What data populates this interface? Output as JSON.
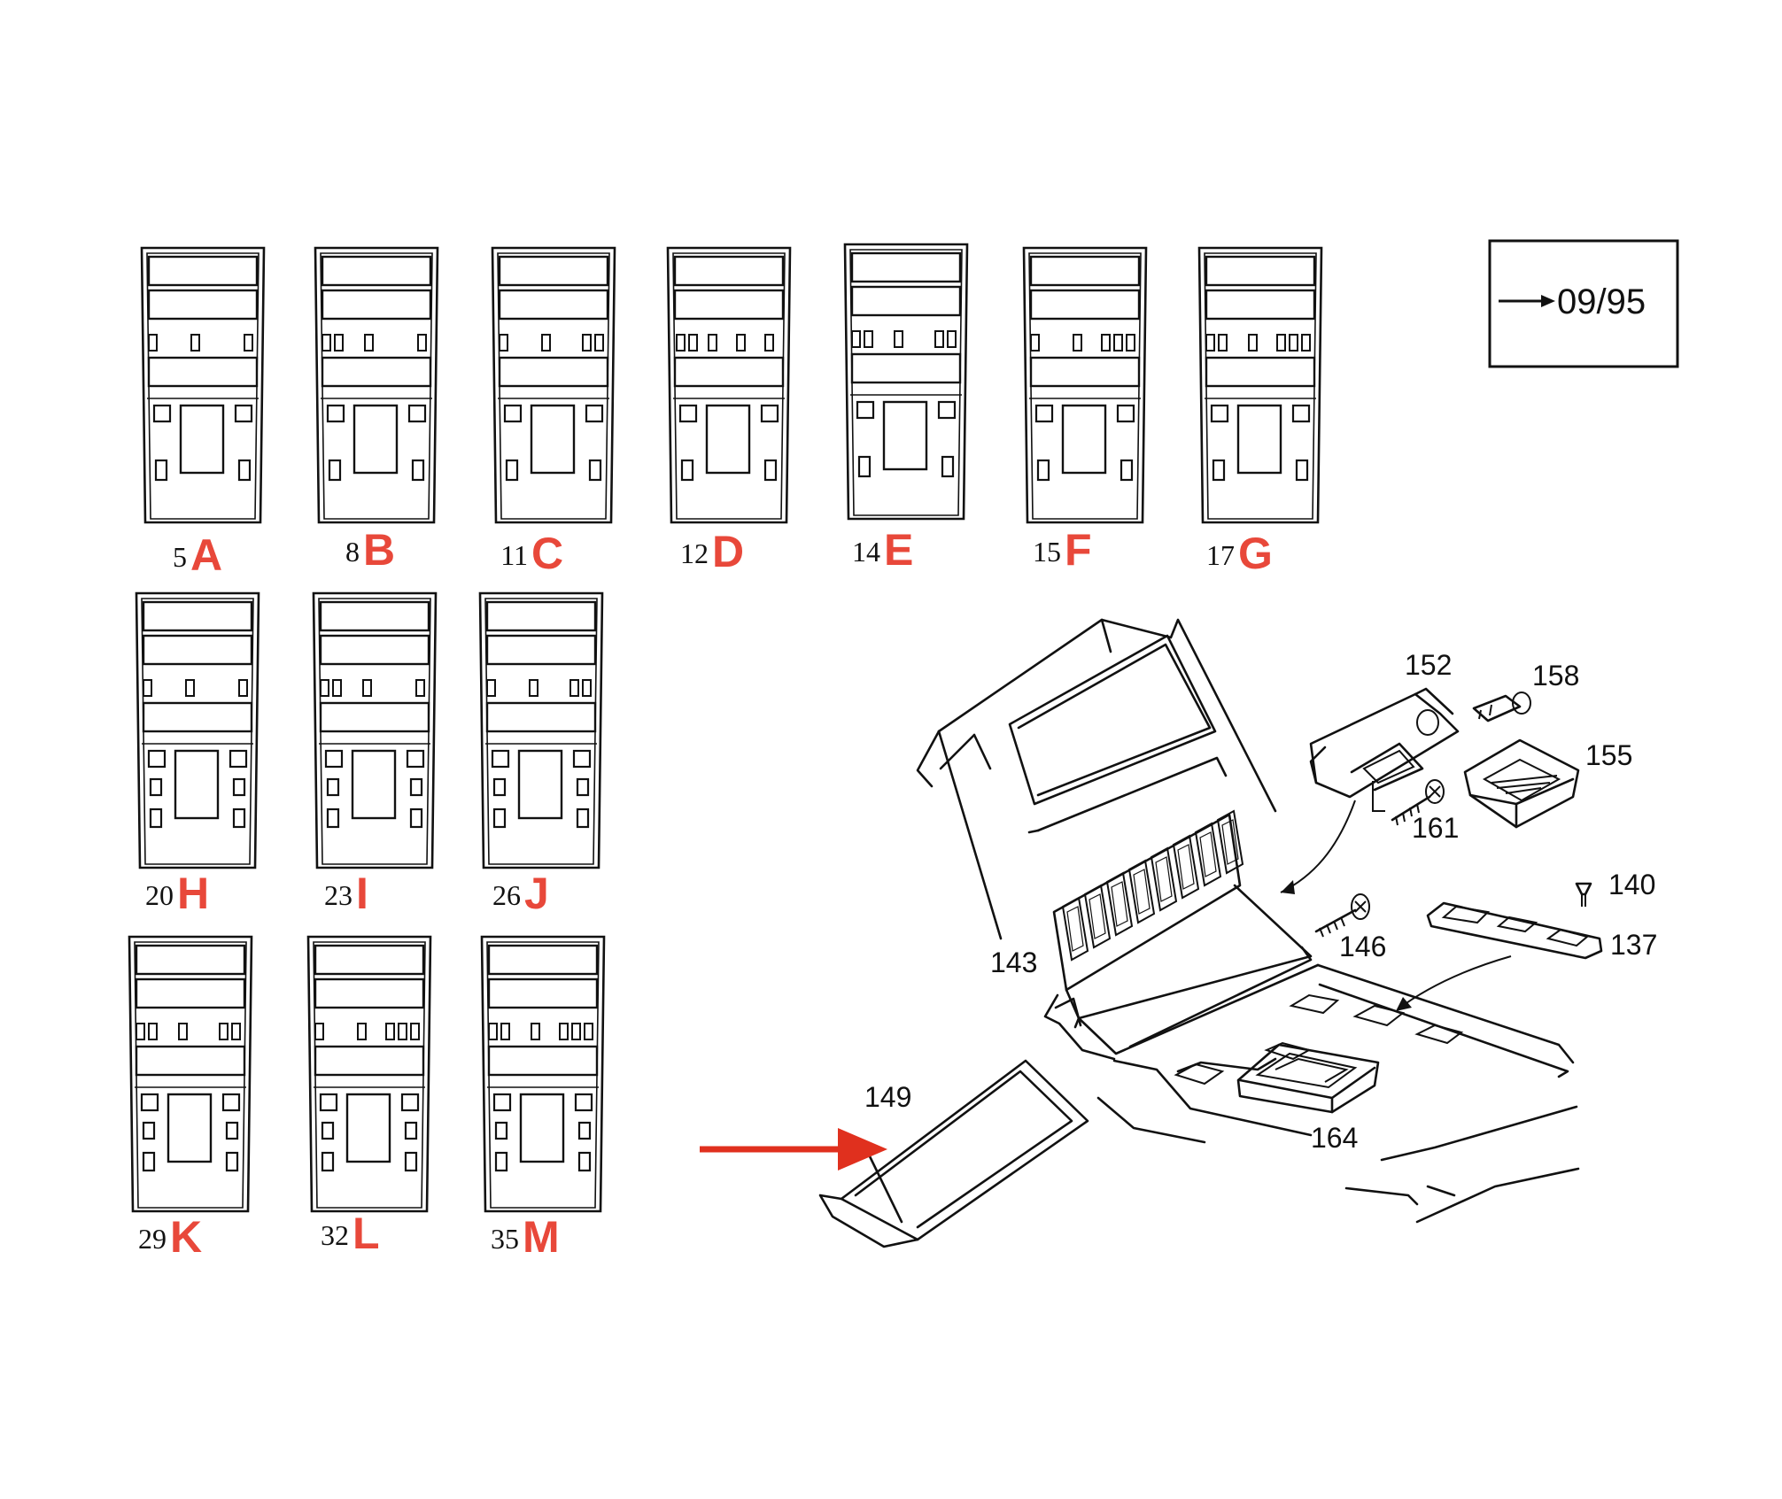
{
  "date_box": {
    "text": "09/95",
    "arrow_icon": "right-arrow-icon"
  },
  "variants": [
    {
      "number": "5",
      "letter": "A",
      "row1": "1,1,1",
      "lower": "standard"
    },
    {
      "number": "8",
      "letter": "B",
      "row1": "2,1,1",
      "lower": "standard"
    },
    {
      "number": "11",
      "letter": "C",
      "row1": "1,1,2",
      "lower": "standard"
    },
    {
      "number": "12",
      "letter": "D",
      "row1": "2,1,1,1",
      "lower": "standard"
    },
    {
      "number": "14",
      "letter": "E",
      "row1": "2,1,2",
      "lower": "standard"
    },
    {
      "number": "15",
      "letter": "F",
      "row1": "1,1,3",
      "lower": "standard"
    },
    {
      "number": "17",
      "letter": "G",
      "row1": "2,1,3",
      "lower": "standard"
    },
    {
      "number": "20",
      "letter": "H",
      "row1": "1,1,1",
      "lower": "extended"
    },
    {
      "number": "23",
      "letter": "I",
      "row1": "2,1,1",
      "lower": "extended"
    },
    {
      "number": "26",
      "letter": "J",
      "row1": "1,1,2",
      "lower": "extended"
    },
    {
      "number": "29",
      "letter": "K",
      "row1": "2,1,2",
      "lower": "extended"
    },
    {
      "number": "32",
      "letter": "L",
      "row1": "1,1,3",
      "lower": "extended"
    },
    {
      "number": "35",
      "letter": "M",
      "row1": "2,1,3",
      "lower": "extended"
    }
  ],
  "callouts": [
    "152",
    "158",
    "155",
    "161",
    "140",
    "146",
    "137",
    "143",
    "149",
    "164"
  ],
  "colors": {
    "accent": "#e8483a",
    "arrow": "#e0301e",
    "ink": "#111111"
  },
  "pointer_icon": "red-arrow-icon"
}
